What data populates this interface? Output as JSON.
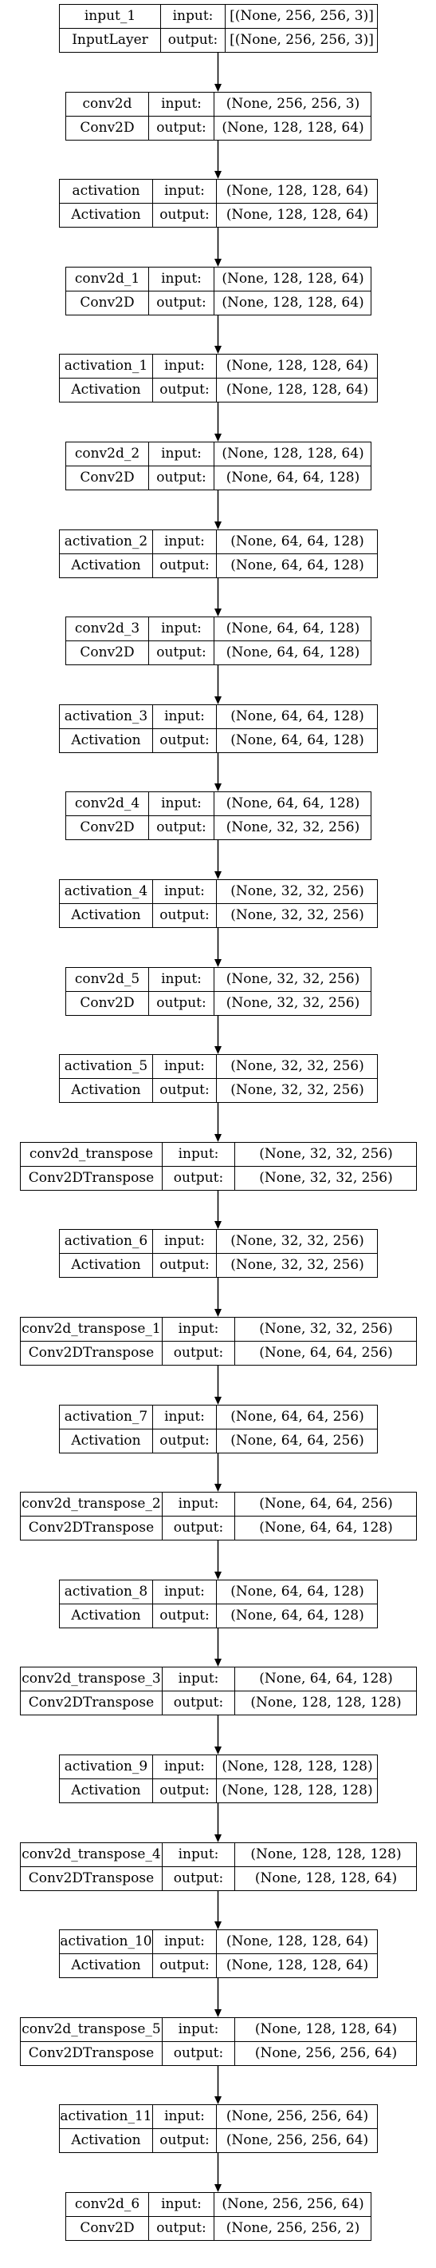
{
  "model": {
    "labels": {
      "input": "input:",
      "output": "output:"
    },
    "layers": [
      {
        "name": "input_1",
        "type": "InputLayer",
        "input": "[(None, 256, 256, 3)]",
        "output": "[(None, 256, 256, 3)]"
      },
      {
        "name": "conv2d",
        "type": "Conv2D",
        "input": "(None, 256, 256, 3)",
        "output": "(None, 128, 128, 64)"
      },
      {
        "name": "activation",
        "type": "Activation",
        "input": "(None, 128, 128, 64)",
        "output": "(None, 128, 128, 64)"
      },
      {
        "name": "conv2d_1",
        "type": "Conv2D",
        "input": "(None, 128, 128, 64)",
        "output": "(None, 128, 128, 64)"
      },
      {
        "name": "activation_1",
        "type": "Activation",
        "input": "(None, 128, 128, 64)",
        "output": "(None, 128, 128, 64)"
      },
      {
        "name": "conv2d_2",
        "type": "Conv2D",
        "input": "(None, 128, 128, 64)",
        "output": "(None, 64, 64, 128)"
      },
      {
        "name": "activation_2",
        "type": "Activation",
        "input": "(None, 64, 64, 128)",
        "output": "(None, 64, 64, 128)"
      },
      {
        "name": "conv2d_3",
        "type": "Conv2D",
        "input": "(None, 64, 64, 128)",
        "output": "(None, 64, 64, 128)"
      },
      {
        "name": "activation_3",
        "type": "Activation",
        "input": "(None, 64, 64, 128)",
        "output": "(None, 64, 64, 128)"
      },
      {
        "name": "conv2d_4",
        "type": "Conv2D",
        "input": "(None, 64, 64, 128)",
        "output": "(None, 32, 32, 256)"
      },
      {
        "name": "activation_4",
        "type": "Activation",
        "input": "(None, 32, 32, 256)",
        "output": "(None, 32, 32, 256)"
      },
      {
        "name": "conv2d_5",
        "type": "Conv2D",
        "input": "(None, 32, 32, 256)",
        "output": "(None, 32, 32, 256)"
      },
      {
        "name": "activation_5",
        "type": "Activation",
        "input": "(None, 32, 32, 256)",
        "output": "(None, 32, 32, 256)"
      },
      {
        "name": "conv2d_transpose",
        "type": "Conv2DTranspose",
        "input": "(None, 32, 32, 256)",
        "output": "(None, 32, 32, 256)"
      },
      {
        "name": "activation_6",
        "type": "Activation",
        "input": "(None, 32, 32, 256)",
        "output": "(None, 32, 32, 256)"
      },
      {
        "name": "conv2d_transpose_1",
        "type": "Conv2DTranspose",
        "input": "(None, 32, 32, 256)",
        "output": "(None, 64, 64, 256)"
      },
      {
        "name": "activation_7",
        "type": "Activation",
        "input": "(None, 64, 64, 256)",
        "output": "(None, 64, 64, 256)"
      },
      {
        "name": "conv2d_transpose_2",
        "type": "Conv2DTranspose",
        "input": "(None, 64, 64, 256)",
        "output": "(None, 64, 64, 128)"
      },
      {
        "name": "activation_8",
        "type": "Activation",
        "input": "(None, 64, 64, 128)",
        "output": "(None, 64, 64, 128)"
      },
      {
        "name": "conv2d_transpose_3",
        "type": "Conv2DTranspose",
        "input": "(None, 64, 64, 128)",
        "output": "(None, 128, 128, 128)"
      },
      {
        "name": "activation_9",
        "type": "Activation",
        "input": "(None, 128, 128, 128)",
        "output": "(None, 128, 128, 128)"
      },
      {
        "name": "conv2d_transpose_4",
        "type": "Conv2DTranspose",
        "input": "(None, 128, 128, 128)",
        "output": "(None, 128, 128, 64)"
      },
      {
        "name": "activation_10",
        "type": "Activation",
        "input": "(None, 128, 128, 64)",
        "output": "(None, 128, 128, 64)"
      },
      {
        "name": "conv2d_transpose_5",
        "type": "Conv2DTranspose",
        "input": "(None, 128, 128, 64)",
        "output": "(None, 256, 256, 64)"
      },
      {
        "name": "activation_11",
        "type": "Activation",
        "input": "(None, 256, 256, 64)",
        "output": "(None, 256, 256, 64)"
      },
      {
        "name": "conv2d_6",
        "type": "Conv2D",
        "input": "(None, 256, 256, 64)",
        "output": "(None, 256, 256, 2)"
      }
    ]
  }
}
